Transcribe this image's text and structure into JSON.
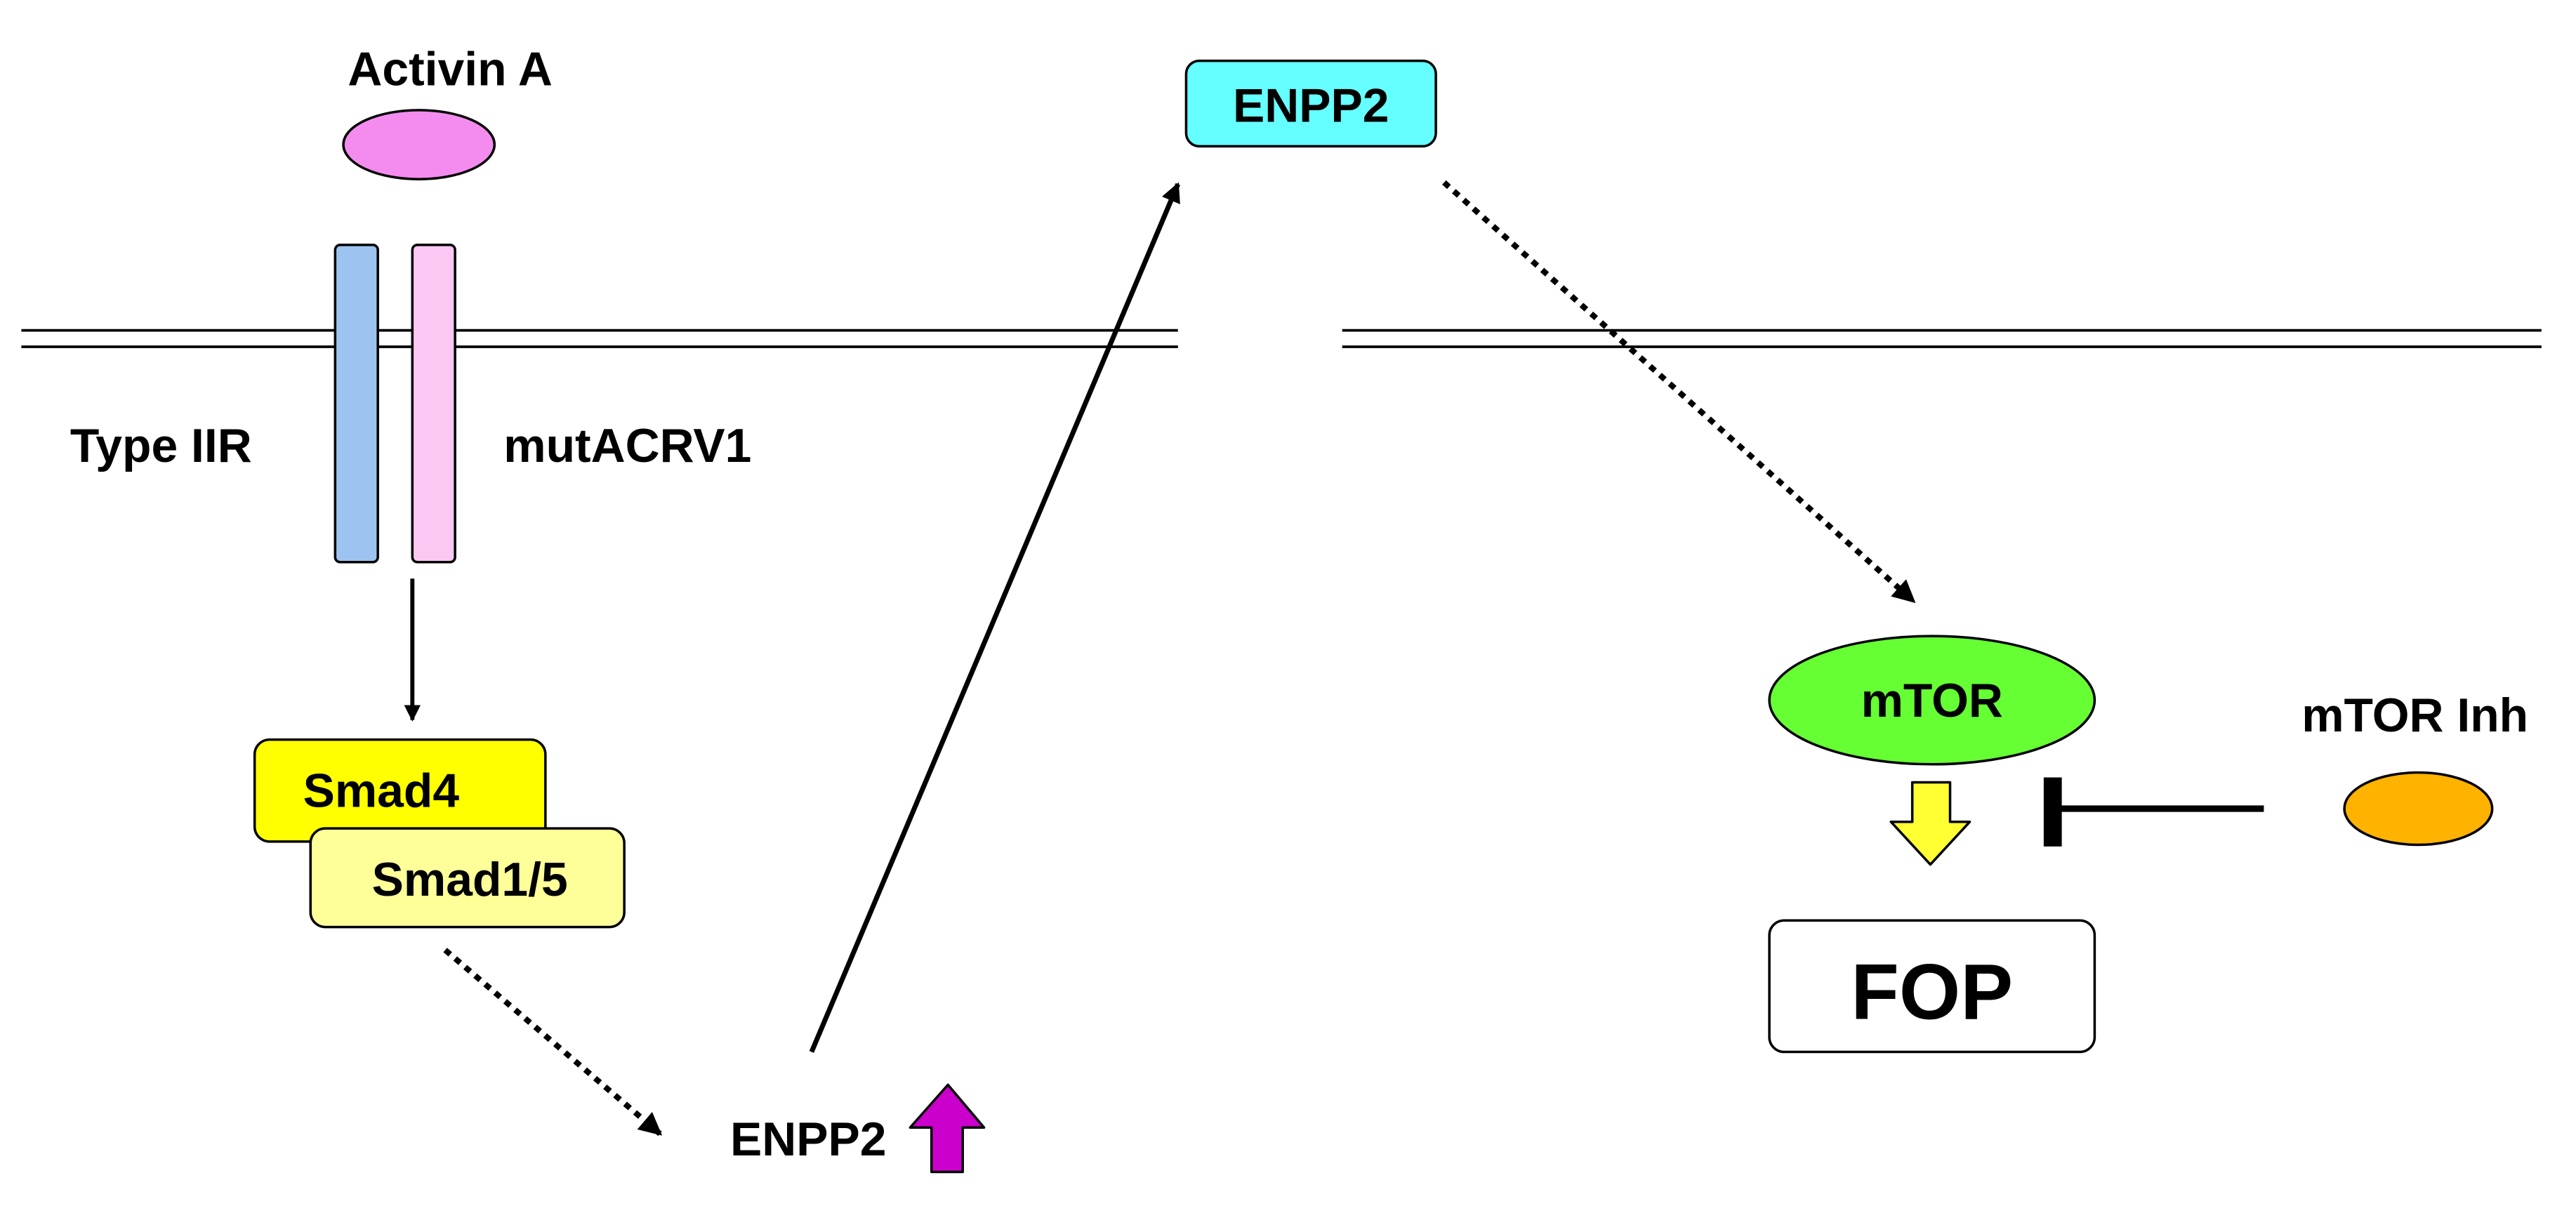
{
  "ligand": {
    "label": "Activin A",
    "color": "#f48cf0"
  },
  "receptors": {
    "type2_label": "Type IIR",
    "type2_color": "#9dc3f0",
    "mutant_label": "mutACRV1",
    "mutant_color": "#fbc8f3"
  },
  "smads": {
    "smad4_label": "Smad4",
    "smad4_color": "#ffff00",
    "smad15_label": "Smad1/5",
    "smad15_color": "#ffff99"
  },
  "enpp2_nuclear": {
    "label": "ENPP2",
    "upregulated_arrow_color": "#cc00cc"
  },
  "enpp2_secreted": {
    "label": "ENPP2",
    "color": "#66ffff"
  },
  "mtor": {
    "label": "mTOR",
    "color": "#66ff33"
  },
  "inhibitor": {
    "label": "mTOR Inh",
    "color": "#ffb300"
  },
  "outcome": {
    "label": "FOP",
    "down_arrow_color": "#ffff33"
  }
}
